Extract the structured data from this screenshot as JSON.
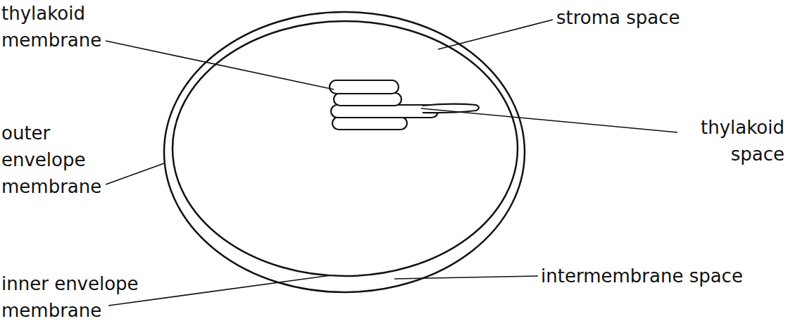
{
  "diagram": {
    "labels": [
      "thylakoid membrane",
      "stroma space",
      "outer envelope membrane",
      "thylakoid space",
      "inner envelope membrane",
      "intermembrane space"
    ]
  }
}
